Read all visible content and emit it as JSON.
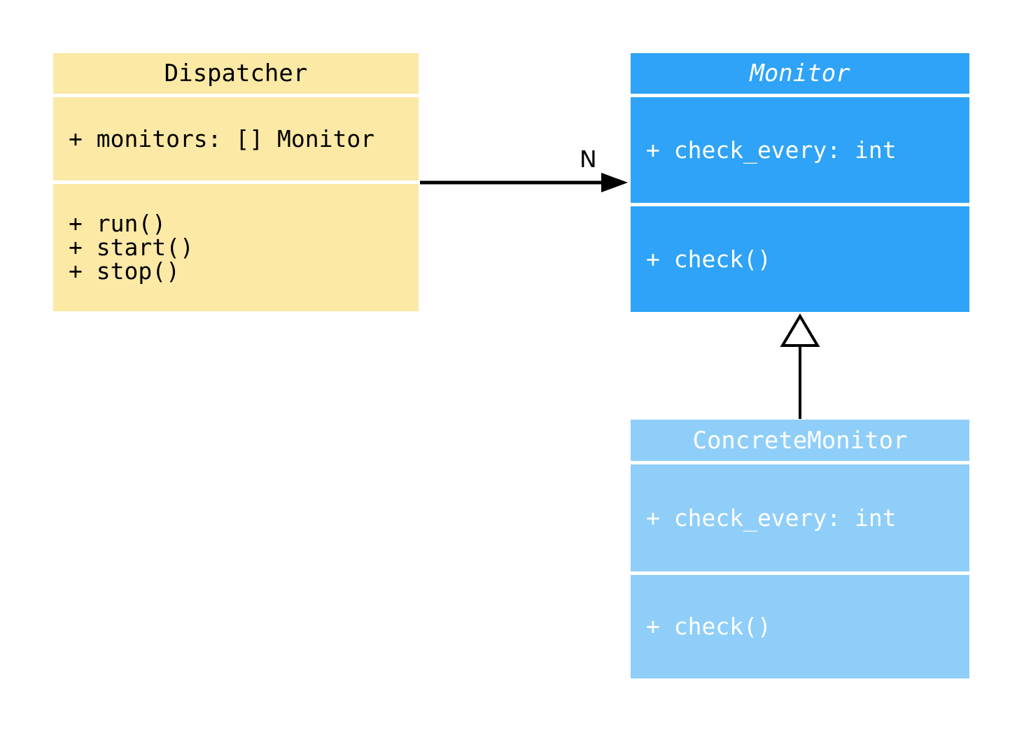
{
  "diagram": {
    "type": "uml-class-diagram",
    "classes": [
      {
        "name": "Dispatcher",
        "abstract": false,
        "attributes": [
          "+ monitors: [] Monitor"
        ],
        "methods": [
          "+ run()",
          "+ start()",
          "+ stop()"
        ],
        "fill": "#FBE9A5",
        "text_color": "#000000"
      },
      {
        "name": "Monitor",
        "abstract": true,
        "attributes": [
          "+ check_every: int"
        ],
        "methods": [
          "+ check()"
        ],
        "fill": "#2EA3F7",
        "text_color": "#FFFFFF"
      },
      {
        "name": "ConcreteMonitor",
        "abstract": false,
        "attributes": [
          "+ check_every: int"
        ],
        "methods": [
          "+ check()"
        ],
        "fill": "#8FCEF9",
        "text_color": "#FFFFFF"
      }
    ],
    "relationships": [
      {
        "type": "association",
        "from": "Dispatcher",
        "to": "Monitor",
        "label": "N",
        "line_color": "#000000"
      },
      {
        "type": "inheritance",
        "from": "ConcreteMonitor",
        "to": "Monitor",
        "label": "",
        "line_color": "#000000"
      }
    ]
  }
}
